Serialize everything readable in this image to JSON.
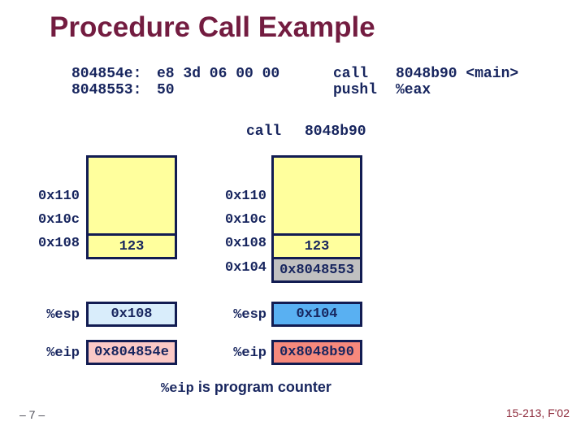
{
  "slide": {
    "title": "Procedure Call Example",
    "page_number": "– 7 –",
    "course": "15-213, F'02",
    "caption": {
      "register": "%eip",
      "text": "is program counter"
    }
  },
  "code_listing": {
    "lines": [
      {
        "address": "804854e:",
        "bytes": "e8 3d 06 00 00",
        "mnemonic": "call",
        "operand": "8048b90 <main>"
      },
      {
        "address": "8048553:",
        "bytes": "50",
        "mnemonic": "pushl",
        "operand": "%eax"
      }
    ]
  },
  "executed_instruction": {
    "mnemonic": "call",
    "target": "8048b90"
  },
  "stack_before": {
    "address_labels": [
      "0x110",
      "0x10c",
      "0x108"
    ],
    "cell_value_at_0x108": "123",
    "registers": {
      "esp": {
        "name": "%esp",
        "value": "0x108"
      },
      "eip": {
        "name": "%eip",
        "value": "0x804854e"
      }
    }
  },
  "stack_after": {
    "address_labels": [
      "0x110",
      "0x10c",
      "0x108",
      "0x104"
    ],
    "cell_value_at_0x108": "123",
    "cell_value_at_0x104": "0x8048553",
    "registers": {
      "esp": {
        "name": "%esp",
        "value": "0x104"
      },
      "eip": {
        "name": "%eip",
        "value": "0x8048b90"
      }
    }
  },
  "colors": {
    "title_maroon": "#731c40",
    "text_navy": "#17255e",
    "box_border_navy": "#121c52",
    "stack_yellow": "#ffff9d",
    "pushed_cell_gray": "#c0c0c0",
    "esp_before_blue": "#d9edfb",
    "esp_after_blue": "#59b0f2",
    "eip_before_pink": "#fbc9c6",
    "eip_after_salmon": "#f6897c",
    "footer_red": "#8e2b3c"
  }
}
